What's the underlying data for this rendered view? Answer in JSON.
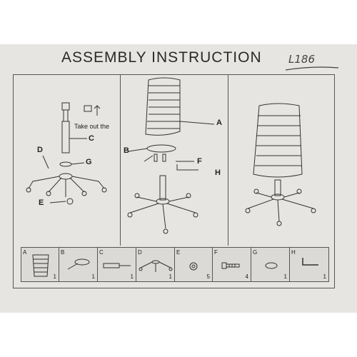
{
  "title": "ASSEMBLY INSTRUCTION",
  "handnote": "L186",
  "step1": {
    "note": "Take out the",
    "labels": [
      "C",
      "D",
      "G",
      "E"
    ]
  },
  "step2": {
    "labels": [
      "A",
      "B",
      "F",
      "H"
    ]
  },
  "parts": [
    {
      "letter": "A",
      "qty": "1"
    },
    {
      "letter": "B",
      "qty": "1"
    },
    {
      "letter": "C",
      "qty": "1"
    },
    {
      "letter": "D",
      "qty": "1"
    },
    {
      "letter": "E",
      "qty": "5"
    },
    {
      "letter": "F",
      "qty": "4"
    },
    {
      "letter": "G",
      "qty": "1"
    },
    {
      "letter": "H",
      "qty": "1"
    }
  ]
}
